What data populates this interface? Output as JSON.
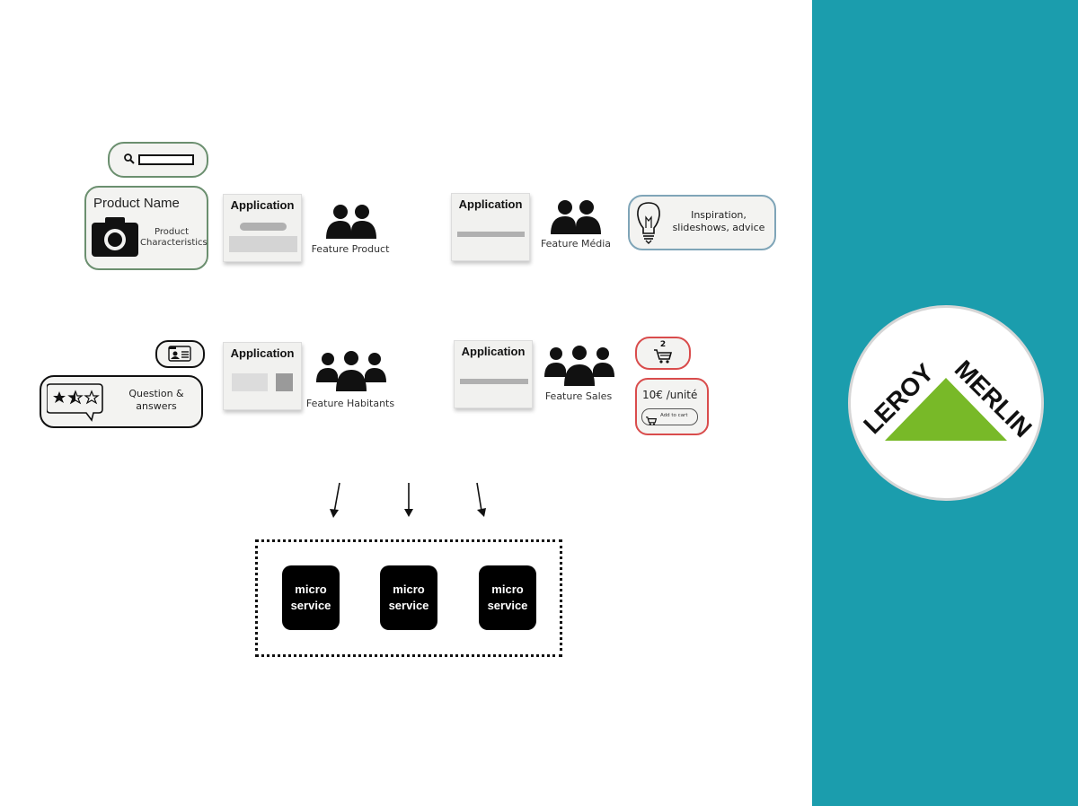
{
  "search": {
    "icon": "search-icon"
  },
  "product_card": {
    "name": "Product Name",
    "characteristics": "Product Characteristics",
    "icon": "camera-icon"
  },
  "features": [
    {
      "app_label": "Application",
      "feature_label": "Feature Product"
    },
    {
      "app_label": "Application",
      "feature_label": "Feature Média"
    },
    {
      "app_label": "Application",
      "feature_label": "Feature Habitants"
    },
    {
      "app_label": "Application",
      "feature_label": "Feature Sales"
    }
  ],
  "inspiration": {
    "text": "Inspiration, slideshows, advice",
    "icon": "lightbulb-icon"
  },
  "contact": {
    "icon": "contact-card-icon"
  },
  "qa": {
    "text": "Question & answers",
    "icon": "rating-bubble-icon"
  },
  "cart": {
    "count": "2",
    "icon": "cart-icon"
  },
  "price": {
    "text": "10€ /unité",
    "button_label": "Add to cart"
  },
  "microservices": [
    {
      "label": "micro service"
    },
    {
      "label": "micro service"
    },
    {
      "label": "micro service"
    }
  ],
  "logo": {
    "text": "LEROY MERLIN",
    "colors": {
      "green": "#78b928",
      "black": "#111111"
    }
  },
  "colors": {
    "sidebar": "#1b9dad",
    "green_border": "#6b8f6f",
    "blue_border": "#7fa5b8",
    "red_border": "#d94c4c"
  }
}
